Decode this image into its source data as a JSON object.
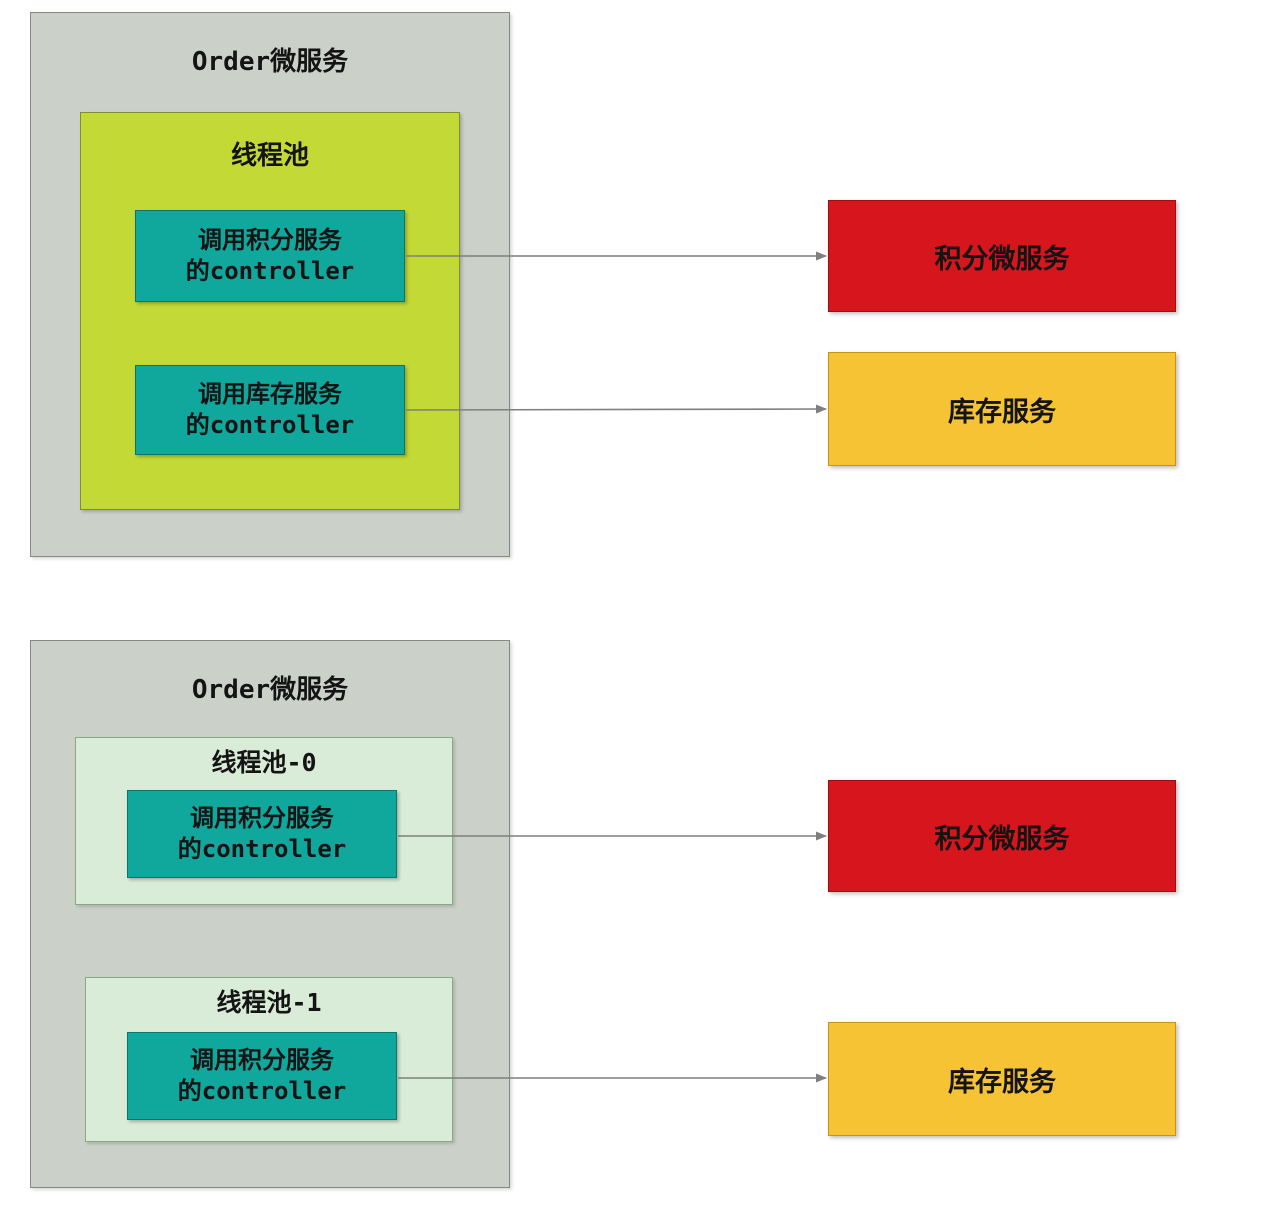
{
  "colors": {
    "canvas_bg": "#ffffff",
    "order_box_bg": "#cbd1c9",
    "order_box_border": "#848a82",
    "thread_pool_bg": "#c3d935",
    "thread_pool_border": "#7d8f2e",
    "controller_bg": "#10a79c",
    "controller_border": "#0a756d",
    "points_service_bg": "#d6151d",
    "inventory_service_bg": "#f5c334",
    "light_pool_bg": "#d9ecd7",
    "arrow_color": "#7f7f7f",
    "text_color": "#141414"
  },
  "scenario1": {
    "order_service_label": "Order微服务",
    "thread_pool_label": "线程池",
    "controller_points_label": "调用积分服务\n的controller",
    "controller_inventory_label": "调用库存服务\n的controller",
    "points_service_label": "积分微服务",
    "inventory_service_label": "库存服务"
  },
  "scenario2": {
    "order_service_label": "Order微服务",
    "thread_pool_0_label": "线程池-0",
    "thread_pool_1_label": "线程池-1",
    "controller_pool0_label": "调用积分服务\n的controller",
    "controller_pool1_label": "调用积分服务\n的controller",
    "points_service_label": "积分微服务",
    "inventory_service_label": "库存服务"
  }
}
